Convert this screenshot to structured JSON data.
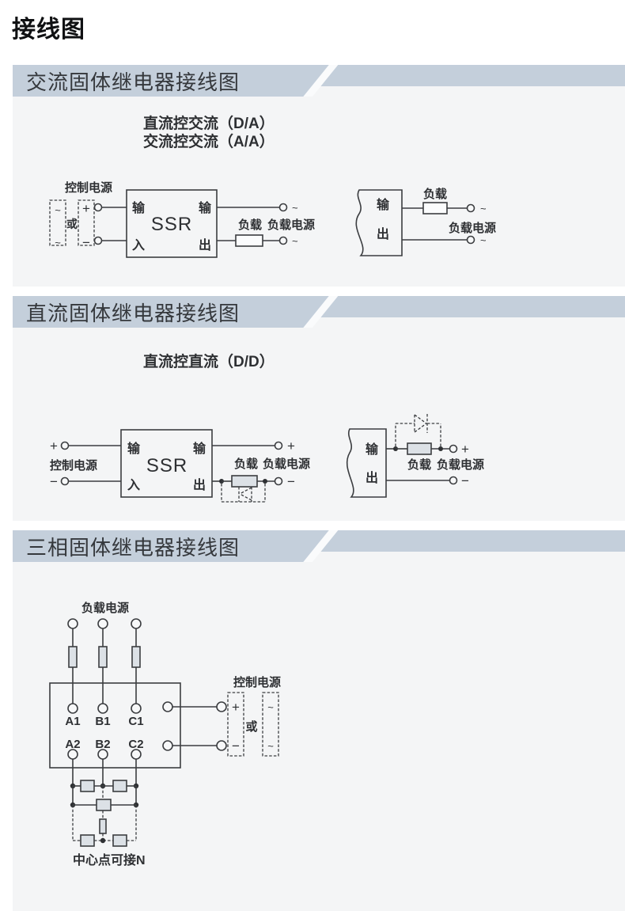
{
  "page": {
    "title": "接线图",
    "colors": {
      "banner": "#c4cfdb",
      "panel": "#f4f5f6",
      "line": "#3b3d40",
      "resistor_shaded": "#dce1e6"
    }
  },
  "sec1": {
    "header": "交流固体继电器接线图",
    "subtitle1": "直流控交流（D/A）",
    "subtitle2": "交流控交流（A/A）",
    "left": {
      "control_power": "控制电源",
      "ac_top": "~",
      "ac_bottom": "~",
      "or": "或",
      "plus": "+",
      "minus": "−",
      "in1": "输",
      "in2": "入",
      "ssr": "SSR",
      "out1": "输",
      "out2": "出",
      "load": "负载",
      "load_power": "负载电源",
      "ac_out_top": "~",
      "ac_out_bottom": "~"
    },
    "right": {
      "out1": "输",
      "out2": "出",
      "load": "负载",
      "load_power": "负载电源",
      "ac_out_top": "~",
      "ac_out_bottom": "~"
    }
  },
  "sec2": {
    "header": "直流固体继电器接线图",
    "subtitle1": "直流控直流（D/D）",
    "left": {
      "control_power": "控制电源",
      "plus": "+",
      "minus": "−",
      "in1": "输",
      "in2": "入",
      "ssr": "SSR",
      "out1": "输",
      "out2": "出",
      "load": "负载",
      "load_power": "负载电源",
      "out_plus": "+",
      "out_minus": "−"
    },
    "right": {
      "out1": "输",
      "out2": "出",
      "load": "负载",
      "load_power": "负载电源",
      "out_plus": "+",
      "out_minus": "−"
    }
  },
  "sec3": {
    "header": "三相固体继电器接线图",
    "d": {
      "load_power": "负载电源",
      "control_power": "控制电源",
      "or": "或",
      "plus": "+",
      "minus": "−",
      "ac1": "~",
      "ac2": "~",
      "a1": "A1",
      "b1": "B1",
      "c1": "C1",
      "a2": "A2",
      "b2": "B2",
      "c2": "C2",
      "neutral": "中心点可接N"
    }
  }
}
